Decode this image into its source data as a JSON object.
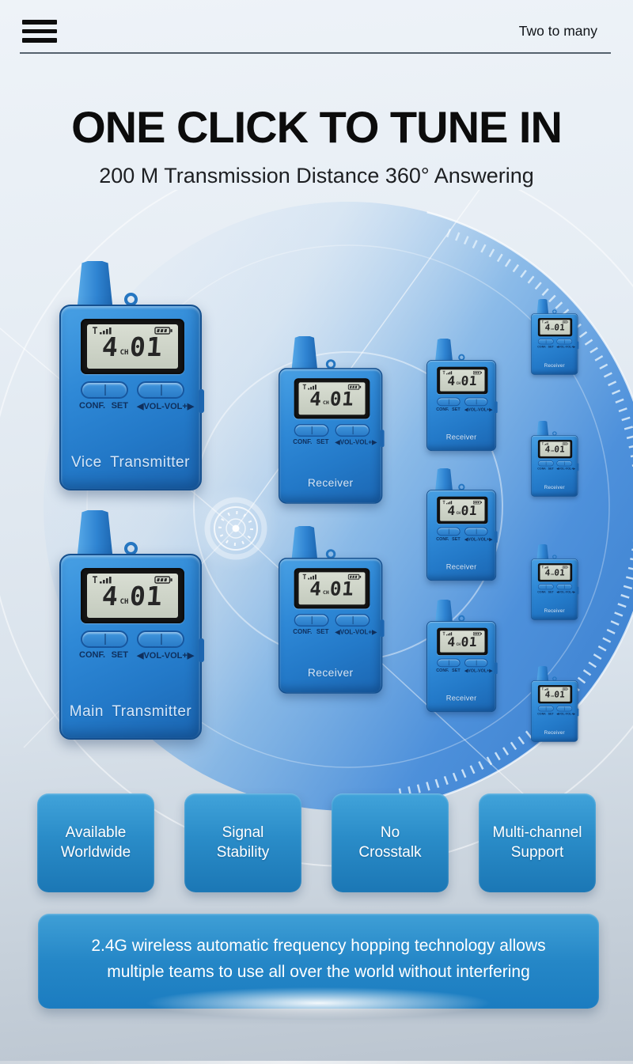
{
  "header": {
    "tagline": "Two to many",
    "menu_icon": "hamburger-menu-icon"
  },
  "hero": {
    "title": "ONE CLICK TO TUNE IN",
    "subtitle": "200 M Transmission Distance 360° Answering"
  },
  "device_screen": {
    "channel_digit": "4",
    "channel_unit": "CH",
    "channel_number": "01",
    "btn_conf": "CONF.",
    "btn_set": "SET",
    "btn_vol_minus": "◀VOL-",
    "btn_vol_plus": "VOL+▶",
    "icons": {
      "signal": "signal-strength-icon",
      "battery": "battery-icon"
    }
  },
  "devices": [
    {
      "label": "Vice Transmitter",
      "size": "lg",
      "slot": "d1"
    },
    {
      "label": "Main Transmitter",
      "size": "lg",
      "slot": "d2"
    },
    {
      "label": "Receiver",
      "size": "md",
      "slot": "d3"
    },
    {
      "label": "Receiver",
      "size": "md",
      "slot": "d4"
    },
    {
      "label": "Receiver",
      "size": "sm",
      "slot": "d5"
    },
    {
      "label": "Receiver",
      "size": "sm",
      "slot": "d6"
    },
    {
      "label": "Receiver",
      "size": "sm",
      "slot": "d7"
    },
    {
      "label": "Receiver",
      "size": "xs",
      "slot": "d8"
    },
    {
      "label": "Receiver",
      "size": "xs",
      "slot": "d9"
    },
    {
      "label": "Receiver",
      "size": "xs",
      "slot": "d10"
    },
    {
      "label": "Receiver",
      "size": "xs",
      "slot": "d11"
    }
  ],
  "features": [
    {
      "line1": "Available",
      "line2": "Worldwide"
    },
    {
      "line1": "Signal",
      "line2": "Stability"
    },
    {
      "line1": "No",
      "line2": "Crosstalk"
    },
    {
      "line1": "Multi-channel",
      "line2": "Support"
    }
  ],
  "banner": {
    "line1": "2.4G wireless automatic frequency hopping technology allows",
    "line2": "multiple teams to use all over the world without interfering"
  },
  "colors": {
    "device_body_blue": "#2e88d6",
    "device_border_blue": "#15508f",
    "lcd_background": "#ccd2c6",
    "card_blue_top": "#41a3da",
    "card_blue_bottom": "#1b77b5",
    "radar_blue": "#3f8ad8",
    "page_top": "#eef3f8",
    "page_bottom": "#bac4cf"
  }
}
